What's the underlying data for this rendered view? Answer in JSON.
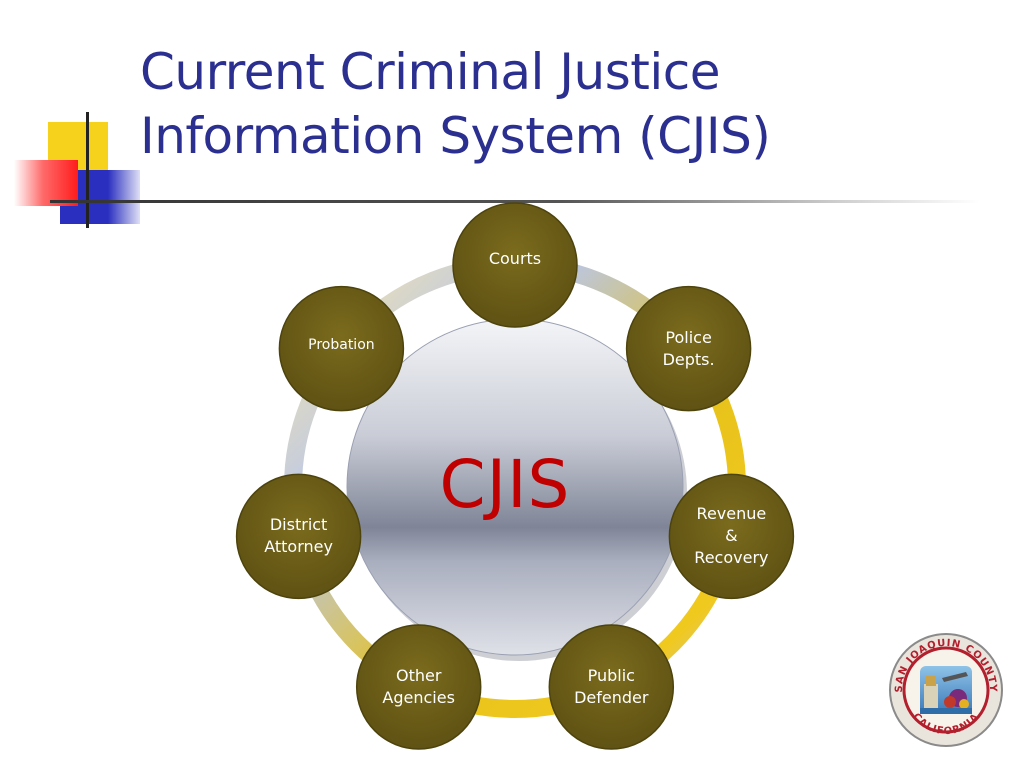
{
  "slide": {
    "title_lines": [
      "Current Criminal Justice",
      "Information System (CJIS)"
    ]
  },
  "diagram": {
    "center": {
      "label": "CJIS"
    },
    "nodes": [
      {
        "id": "courts",
        "lines": [
          "Courts"
        ]
      },
      {
        "id": "police-depts",
        "lines": [
          "Police",
          "Depts."
        ]
      },
      {
        "id": "revenue-recovery",
        "lines": [
          "Revenue",
          "&",
          "Recovery"
        ]
      },
      {
        "id": "public-defender",
        "lines": [
          "Public",
          "Defender"
        ]
      },
      {
        "id": "other-agencies",
        "lines": [
          "Other",
          "Agencies"
        ]
      },
      {
        "id": "district-attorney",
        "lines": [
          "District",
          "Attorney"
        ]
      },
      {
        "id": "probation",
        "lines": [
          "Probation"
        ]
      }
    ],
    "colors": {
      "title": "#2b2f8f",
      "node_fill": "#6b5d16",
      "node_stroke": "#4d430d",
      "center_text": "#c00000",
      "ring_gold": "#e7c21a",
      "ring_blue": "#b9c6ea"
    }
  },
  "logo": {
    "text_top": "SAN JOAQUIN COUNTY",
    "text_bottom": "CALIFORNIA"
  }
}
